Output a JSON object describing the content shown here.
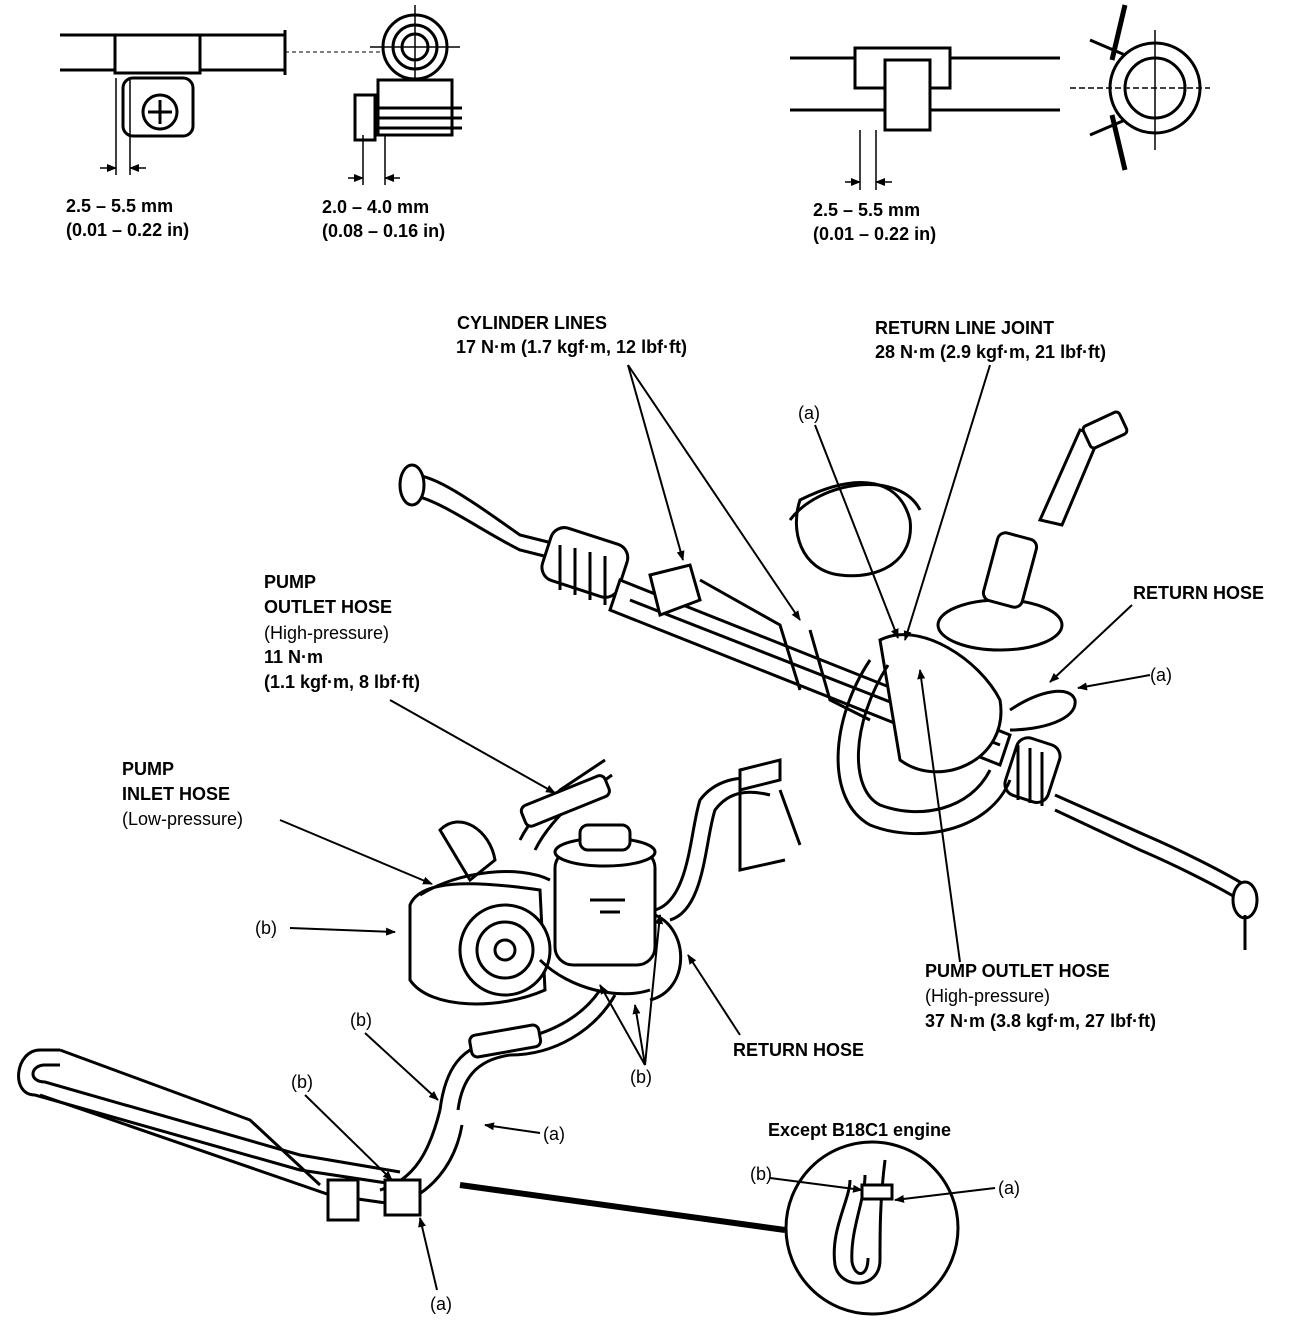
{
  "dimensions": {
    "left_clamp": {
      "mm": "2.5 – 5.5 mm",
      "in": "(0.01 – 0.22 in)"
    },
    "bolt_gap": {
      "mm": "2.0 – 4.0 mm",
      "in": "(0.08 – 0.16 in)"
    },
    "right_clamp": {
      "mm": "2.5 – 5.5 mm",
      "in": "(0.01 – 0.22 in)"
    }
  },
  "callouts": {
    "cylinder_lines": {
      "title": "CYLINDER LINES",
      "torque": "17 N·m (1.7 kgf·m, 12 lbf·ft)"
    },
    "return_line_joint": {
      "title": "RETURN LINE JOINT",
      "torque": "28 N·m (2.9 kgf·m, 21 lbf·ft)"
    },
    "pump_outlet_hose_upper": {
      "line1": "PUMP",
      "line2": "OUTLET HOSE",
      "type": "(High-pressure)",
      "torque": "11 N·m",
      "torque_alt": "(1.1 kgf·m, 8 lbf·ft)"
    },
    "pump_inlet_hose": {
      "line1": "PUMP",
      "line2": "INLET HOSE",
      "type": "(Low-pressure)"
    },
    "return_hose_right": "RETURN HOSE",
    "return_hose_lower": "RETURN HOSE",
    "pump_outlet_hose_lower": {
      "title": "PUMP OUTLET HOSE",
      "type": "(High-pressure)",
      "torque": "37 N·m (3.8 kgf·m, 27 lbf·ft)"
    },
    "inset_title": "Except B18C1 engine"
  },
  "markers": {
    "a": "(a)",
    "b": "(b)"
  }
}
